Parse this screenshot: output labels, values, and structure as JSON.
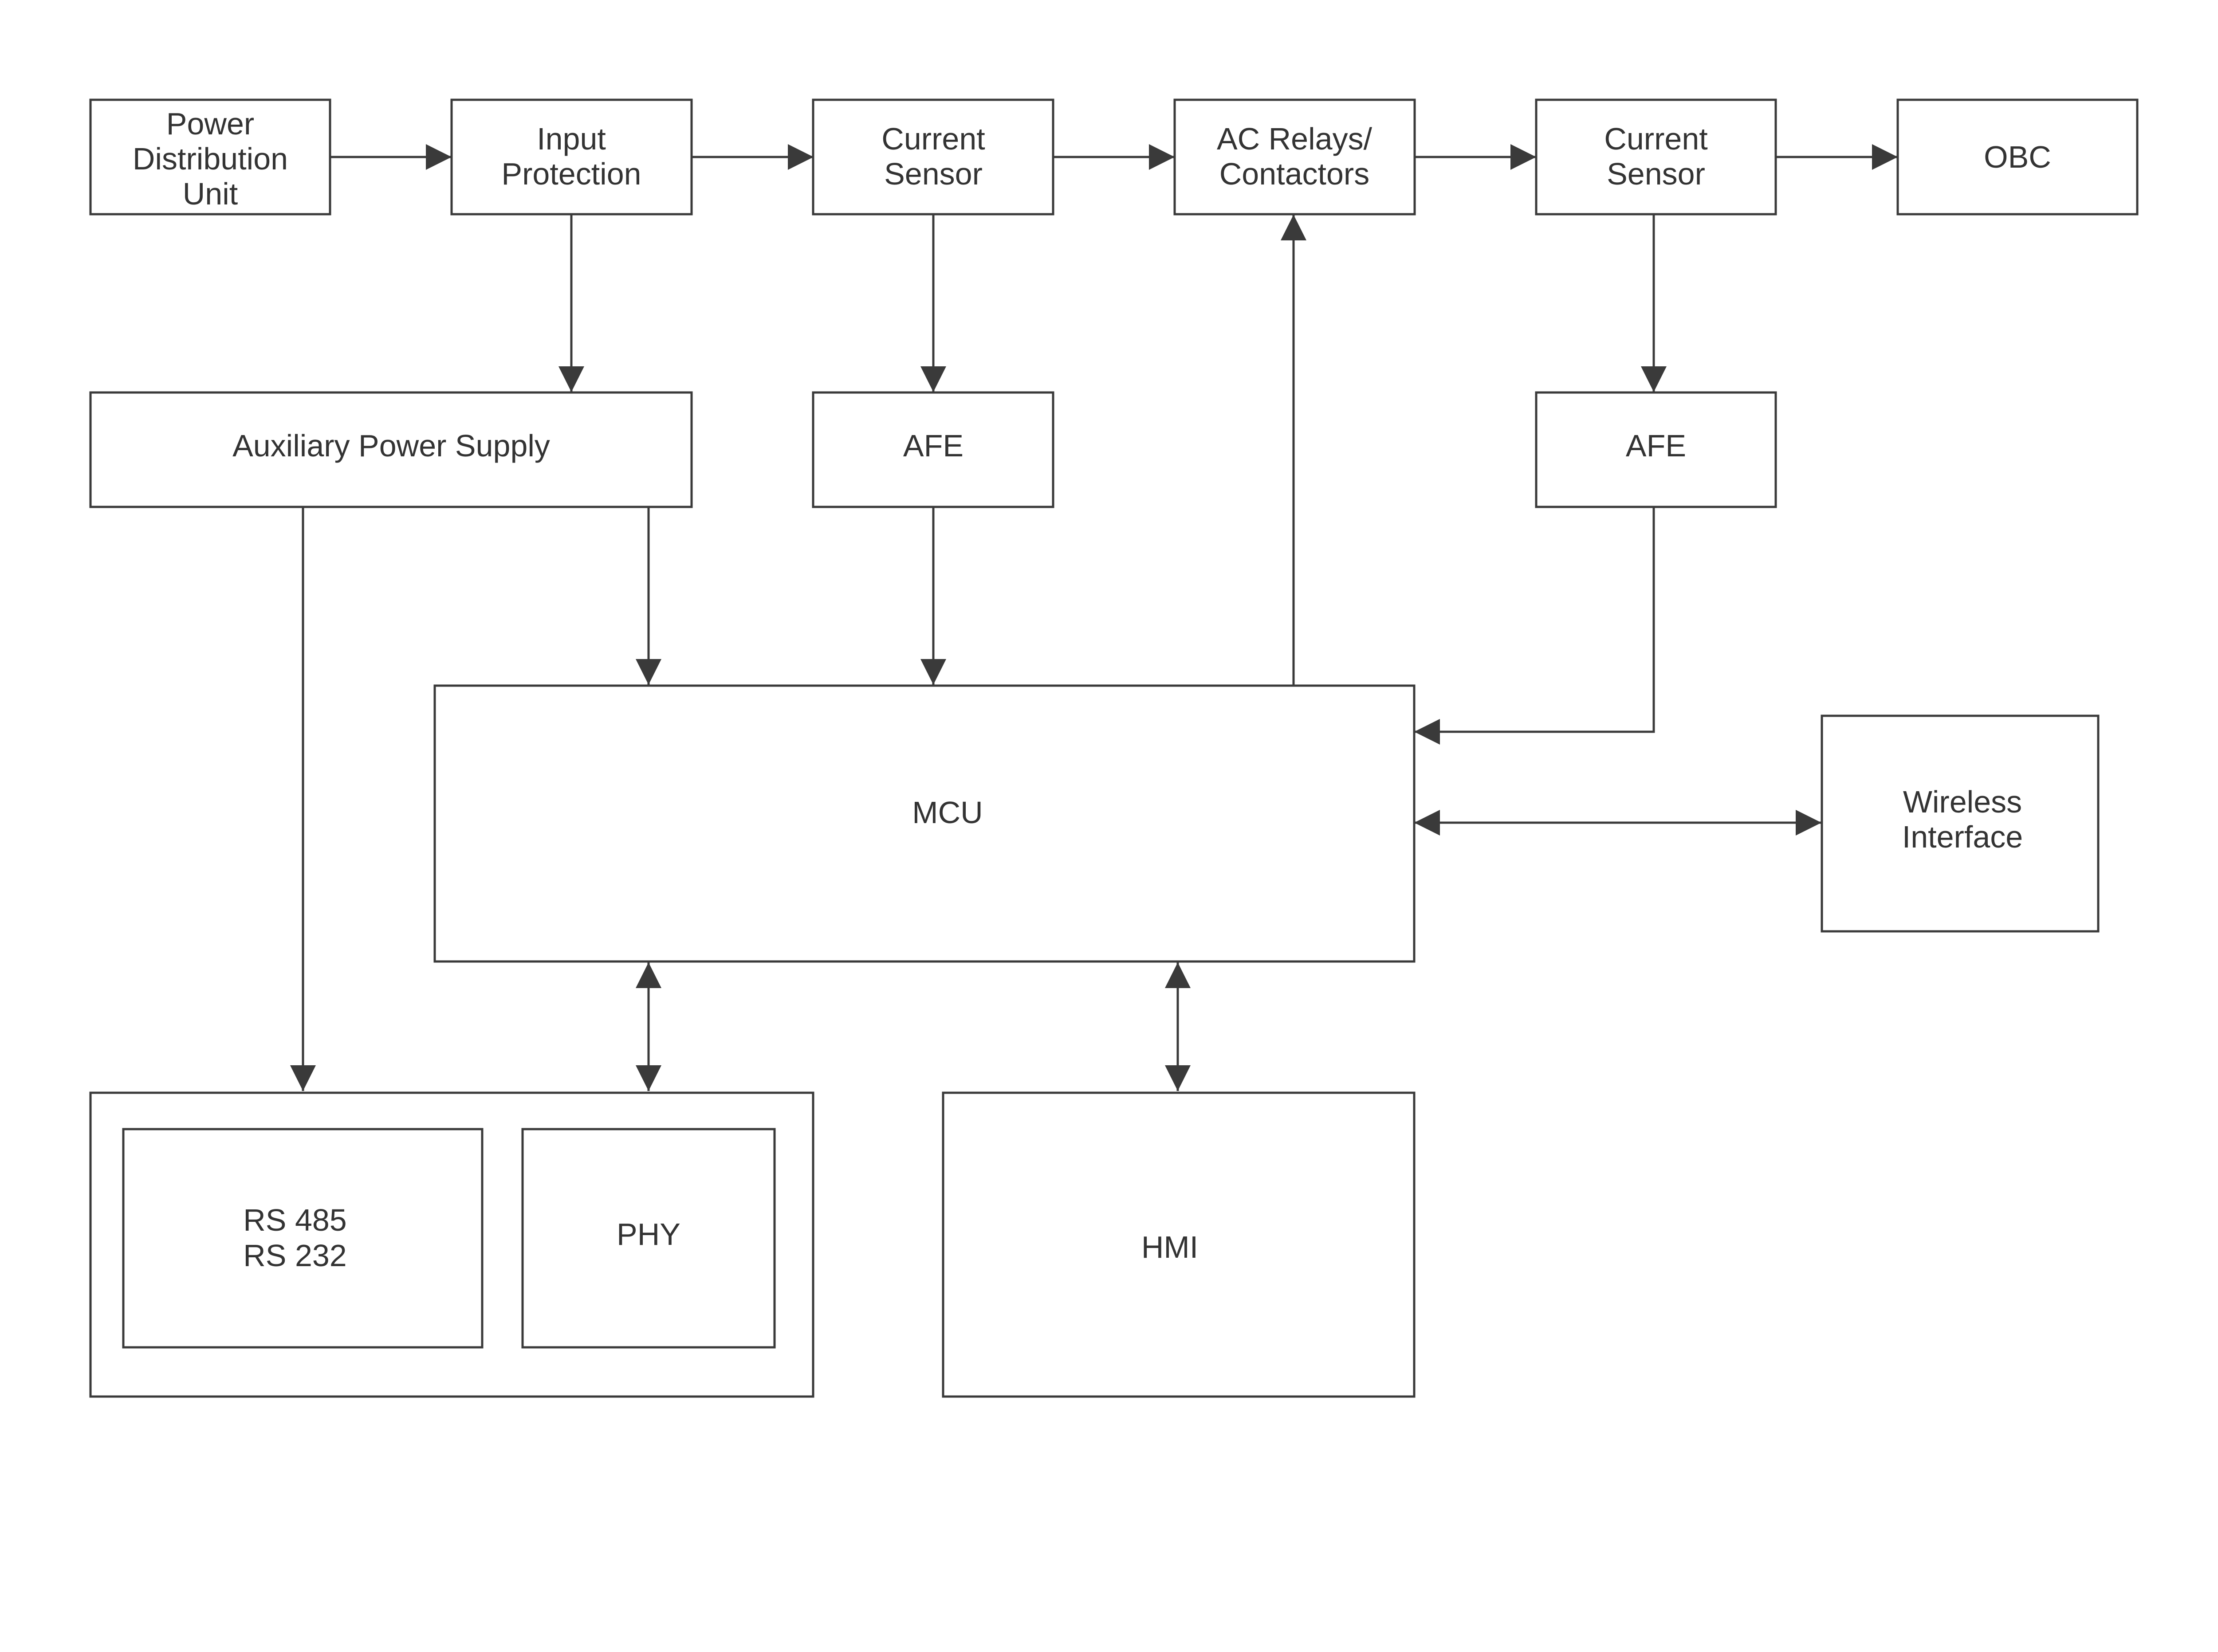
{
  "diagram": {
    "colors": {
      "stroke": "#3a3a3a",
      "text": "#333333",
      "background": "#ffffff"
    },
    "blocks": {
      "pdu": [
        "Power",
        "Distribution",
        "Unit"
      ],
      "input_protection": [
        "Input",
        "Protection"
      ],
      "current_sensor_1": [
        "Current",
        "Sensor"
      ],
      "ac_relays": [
        "AC Relays/",
        "Contactors"
      ],
      "current_sensor_2": [
        "Current",
        "Sensor"
      ],
      "obc": [
        "OBC"
      ],
      "aux_power": [
        "Auxiliary Power Supply"
      ],
      "afe_1": [
        "AFE"
      ],
      "afe_2": [
        "AFE"
      ],
      "mcu": [
        "MCU"
      ],
      "wireless": [
        "Wireless",
        "Interface"
      ],
      "rs": [
        "RS 485",
        "RS 232"
      ],
      "phy": [
        "PHY"
      ],
      "hmi": [
        "HMI"
      ]
    },
    "connections": [
      {
        "from": "pdu",
        "to": "input_protection",
        "type": "arrow"
      },
      {
        "from": "input_protection",
        "to": "current_sensor_1",
        "type": "arrow"
      },
      {
        "from": "current_sensor_1",
        "to": "ac_relays",
        "type": "arrow"
      },
      {
        "from": "ac_relays",
        "to": "current_sensor_2",
        "type": "arrow"
      },
      {
        "from": "current_sensor_2",
        "to": "obc",
        "type": "arrow"
      },
      {
        "from": "input_protection",
        "to": "aux_power",
        "type": "arrow"
      },
      {
        "from": "current_sensor_1",
        "to": "afe_1",
        "type": "arrow"
      },
      {
        "from": "current_sensor_2",
        "to": "afe_2",
        "type": "arrow"
      },
      {
        "from": "aux_power",
        "to": "mcu",
        "type": "arrow"
      },
      {
        "from": "aux_power",
        "to": "rs",
        "type": "arrow"
      },
      {
        "from": "afe_1",
        "to": "mcu",
        "type": "arrow"
      },
      {
        "from": "afe_2",
        "to": "mcu",
        "type": "arrow"
      },
      {
        "from": "mcu",
        "to": "ac_relays",
        "type": "arrow"
      },
      {
        "from": "mcu",
        "to": "wireless",
        "type": "bidirectional"
      },
      {
        "from": "mcu",
        "to": "phy",
        "type": "bidirectional"
      },
      {
        "from": "mcu",
        "to": "hmi",
        "type": "bidirectional"
      }
    ]
  }
}
